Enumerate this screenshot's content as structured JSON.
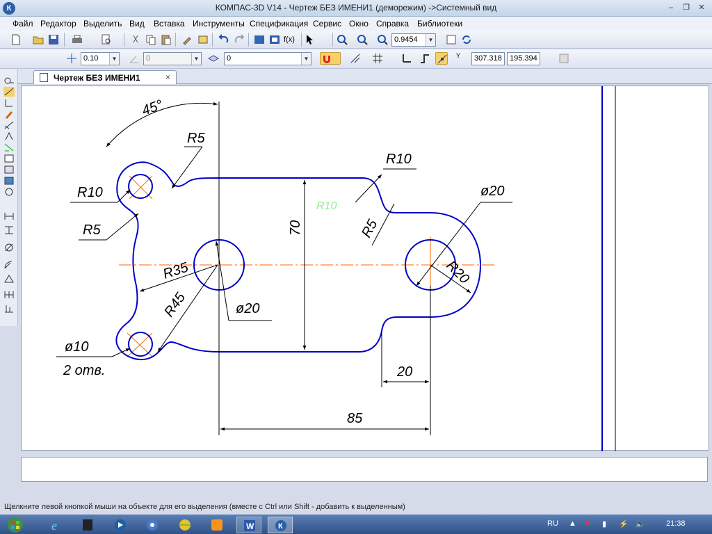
{
  "window": {
    "title": "КОМПАС-3D V14 - Чертеж БЕЗ ИМЕНИ1 (деморежим) ->Системный вид",
    "app_icon": "kompas-logo-icon",
    "controls": [
      "minimize-icon",
      "restore-icon",
      "close-icon"
    ],
    "controls_glyphs": [
      "–",
      "❐",
      "✕"
    ]
  },
  "menu": {
    "items": [
      "Файл",
      "Редактор",
      "Выделить",
      "Вид",
      "Вставка",
      "Инструменты",
      "Спецификация",
      "Сервис",
      "Окно",
      "Справка",
      "Библиотеки"
    ]
  },
  "toolbar": {
    "zoom_value": "0.9454",
    "fx_label": "f(x)"
  },
  "toolbar2": {
    "step_value": "0.10",
    "angle_value": "0",
    "layer_value": "0",
    "coord_x": "307.318",
    "coord_y": "195.394",
    "coord_y_label": "Y"
  },
  "document": {
    "tab_title": "Чертеж БЕЗ ИМЕНИ1",
    "tab_close": "×"
  },
  "drawing": {
    "labels": {
      "angle": "45°",
      "r5_top": "R5",
      "r10_left": "R10",
      "r5_left": "R5",
      "r35": "R35",
      "r45": "R45",
      "d10": "ø10",
      "holes": "2 отв.",
      "d20_center": "ø20",
      "dim_70": "70",
      "r10_right": "R10",
      "r10_ghost": "R10",
      "r5_right": "R5",
      "d20_right": "ø20",
      "r20": "R20",
      "dim_20": "20",
      "dim_85": "85"
    },
    "colors": {
      "contour": "#0000c8",
      "dims": "#000000",
      "axis": "#ff6600",
      "ghost": "#90ee90"
    }
  },
  "status": {
    "hint": "Щелкните левой кнопкой мыши на объекте для его выделения (вместе с Ctrl или Shift - добавить к выделенным)"
  },
  "taskbar": {
    "apps": [
      "windows-start-icon",
      "internet-explorer-icon",
      "media-icon",
      "player-icon",
      "chrome-icon",
      "picasa-icon",
      "odnoklassniki-icon",
      "word-icon",
      "kompas-icon"
    ],
    "word_label": "W",
    "lang": "RU",
    "time": "21:38"
  }
}
